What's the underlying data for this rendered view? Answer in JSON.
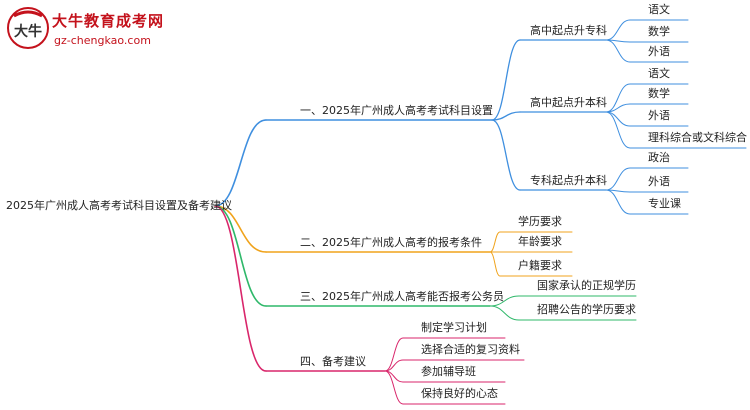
{
  "logo": {
    "title": "大牛教育成考网",
    "url": "gz-chengkao.com",
    "mark": "大牛"
  },
  "root": "2025年广州成人高考考试科目设置及备考建议",
  "branches": [
    {
      "label": "一、2025年广州成人高考考试科目设置",
      "color": "#3f8fdf",
      "children": [
        {
          "label": "高中起点升专科",
          "children": [
            "语文",
            "数学",
            "外语"
          ]
        },
        {
          "label": "高中起点升本科",
          "children": [
            "语文",
            "数学",
            "外语",
            "理科综合或文科综合"
          ]
        },
        {
          "label": "专科起点升本科",
          "children": [
            "政治",
            "外语",
            "专业课"
          ]
        }
      ]
    },
    {
      "label": "二、2025年广州成人高考的报考条件",
      "color": "#f0a31c",
      "children": [
        "学历要求",
        "年龄要求",
        "户籍要求"
      ]
    },
    {
      "label": "三、2025年广州成人高考能否报考公务员",
      "color": "#2fb86a",
      "children": [
        "国家承认的正规学历",
        "招聘公告的学历要求"
      ]
    },
    {
      "label": "四、备考建议",
      "color": "#d9266b",
      "children": [
        "制定学习计划",
        "选择合适的复习资料",
        "参加辅导班",
        "保持良好的心态"
      ]
    }
  ]
}
